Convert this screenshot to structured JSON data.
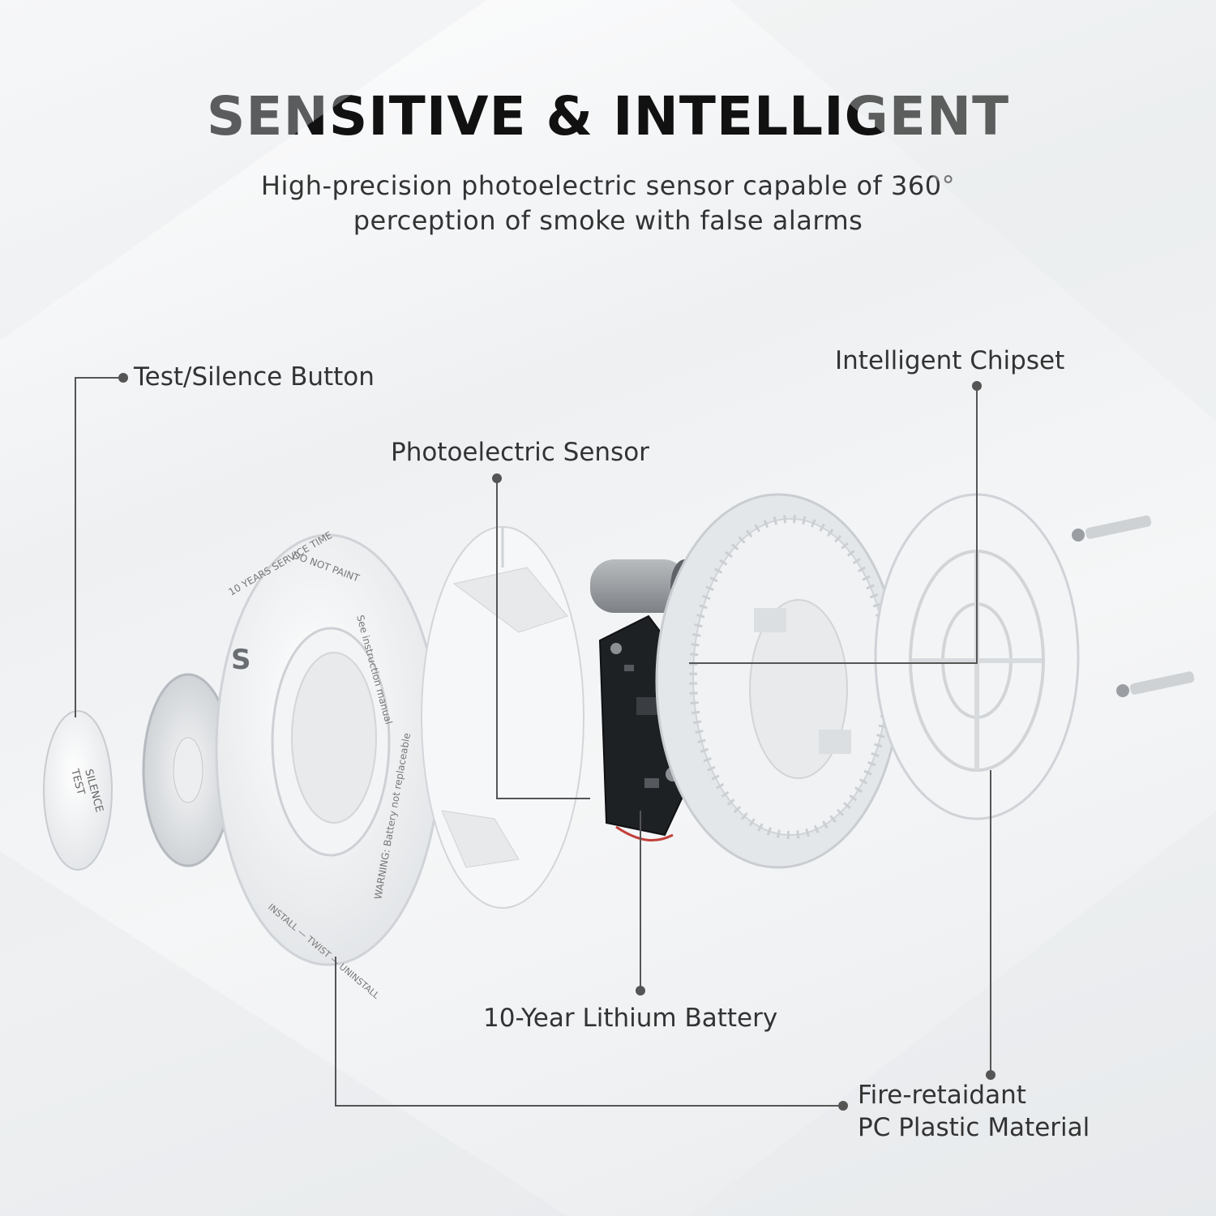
{
  "header": {
    "title": "SENSITIVE & INTELLIGENT",
    "subtitle": "High-precision photoelectric sensor capable of 360° perception of smoke with false alarms"
  },
  "callouts": {
    "test_button": "Test/Silence Button",
    "chipset": "Intelligent Chipset",
    "sensor": "Photoelectric Sensor",
    "battery": "10-Year Lithium Battery",
    "material_line1": "Fire-retaidant",
    "material_line2": "PC Plastic Material"
  },
  "product_markings": {
    "button_text_1": "TEST",
    "button_text_2": "SILENCE",
    "cover_text_1": "10 YEARS SERVICE TIME",
    "cover_text_2": "DO NOT PAINT",
    "cover_text_3": "See instruction manual",
    "cover_text_4": "WARNING: Battery not replaceable",
    "cover_text_5": "INSTALL — TWIST — UNINSTALL",
    "brand_mark": "S"
  },
  "colors": {
    "leader_line": "#555555",
    "text": "#333333",
    "title": "#111111"
  }
}
